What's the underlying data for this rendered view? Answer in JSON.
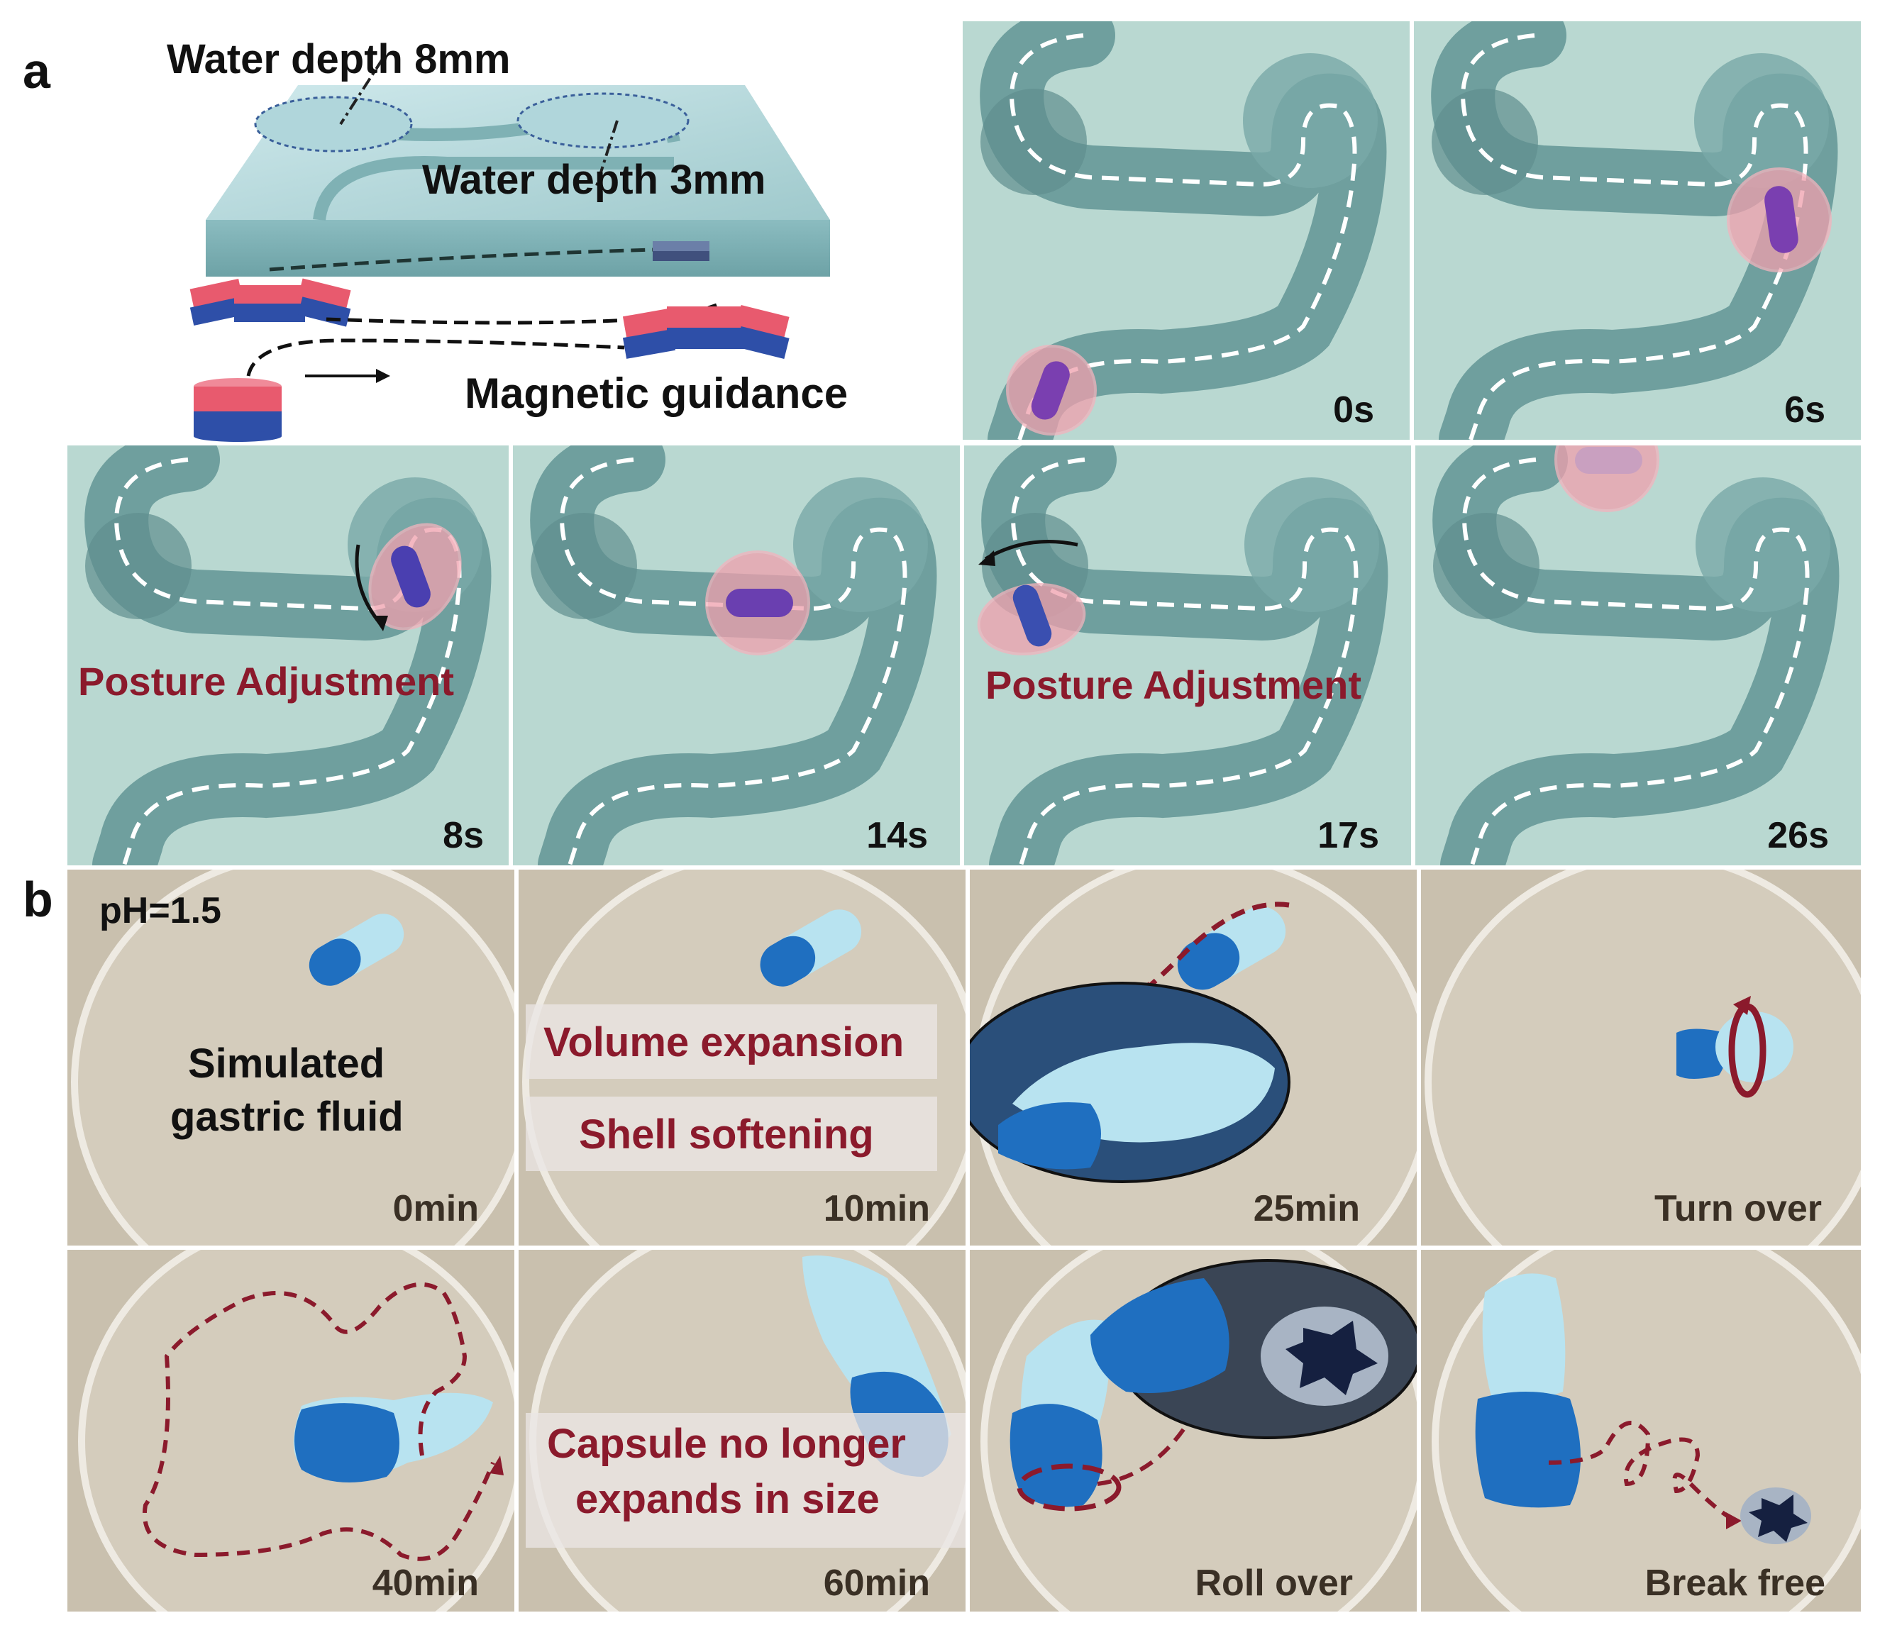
{
  "panel_a": {
    "letter": "a",
    "diagram": {
      "label_depth_deep": "Water depth 8mm",
      "label_depth_shallow": "Water depth 3mm",
      "label_guidance": "Magnetic guidance"
    },
    "frames": [
      {
        "time": "0s"
      },
      {
        "time": "6s"
      },
      {
        "time": "8s",
        "annotation": "Posture Adjustment"
      },
      {
        "time": "14s"
      },
      {
        "time": "17s",
        "annotation": "Posture Adjustment"
      },
      {
        "time": "26s"
      }
    ]
  },
  "panel_b": {
    "letter": "b",
    "ph_label": "pH=1.5",
    "frames": [
      {
        "caption": "0min",
        "note_line1": "Simulated",
        "note_line2": "gastric fluid"
      },
      {
        "caption": "10min",
        "banner1": "Volume expansion",
        "banner2": "Shell softening"
      },
      {
        "caption": "25min"
      },
      {
        "caption": "Turn over"
      },
      {
        "caption": "40min"
      },
      {
        "caption": "60min",
        "banner_line1": "Capsule no longer",
        "banner_line2": "expands in size"
      },
      {
        "caption": "Roll over"
      },
      {
        "caption": "Break free"
      }
    ]
  },
  "colors": {
    "tile_bg": "#b9d8d1",
    "tube": "#6f9f9e",
    "dashed_path": "#ffffff",
    "highlight_circle": "#f0a0ad",
    "annotation_red": "#8b1a2c",
    "dish_bg": "#c9c0ae",
    "capsule_dark_blue": "#1f6fc0",
    "capsule_light_blue": "#b8e3f0",
    "magnet_red": "#e85a6e",
    "magnet_blue": "#2e4fa8"
  }
}
